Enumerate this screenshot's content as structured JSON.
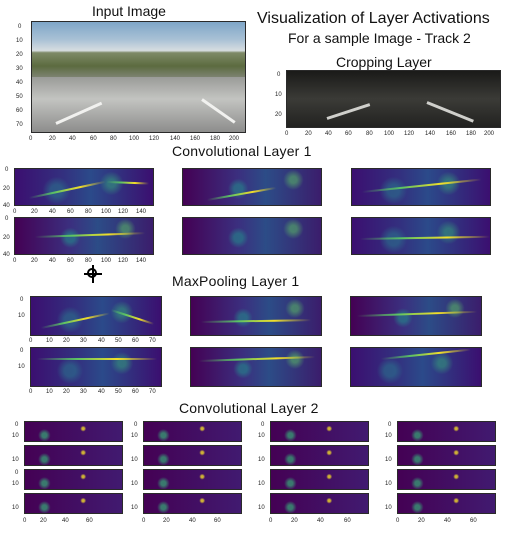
{
  "figure": {
    "title": "Visualization of Layer Activations",
    "subtitle": "For a sample Image - Track 2"
  },
  "input_image": {
    "title": "Input Image",
    "y_ticks": [
      "0",
      "10",
      "20",
      "30",
      "40",
      "50",
      "60",
      "70"
    ],
    "x_ticks": [
      "0",
      "20",
      "40",
      "60",
      "80",
      "100",
      "120",
      "140",
      "160",
      "180",
      "200"
    ]
  },
  "cropping_layer": {
    "title": "Cropping Layer",
    "y_ticks": [
      "0",
      "10",
      "20"
    ],
    "x_ticks": [
      "0",
      "20",
      "40",
      "60",
      "80",
      "100",
      "120",
      "140",
      "160",
      "180",
      "200"
    ]
  },
  "conv1": {
    "title": "Convolutional Layer 1",
    "y_ticks": [
      "0",
      "20",
      "40"
    ],
    "x_ticks": [
      "0",
      "20",
      "40",
      "60",
      "80",
      "100",
      "120",
      "140"
    ]
  },
  "maxpool1": {
    "title": "MaxPooling Layer 1",
    "y_ticks": [
      "0",
      "10"
    ],
    "x_ticks": [
      "0",
      "10",
      "20",
      "30",
      "40",
      "50",
      "60",
      "70"
    ]
  },
  "conv2": {
    "title": "Convolutional Layer 2",
    "y_ticks": [
      "0",
      "10"
    ],
    "x_ticks": [
      "0",
      "20",
      "40",
      "60"
    ]
  },
  "cursor": {
    "icon": "crosshair-cursor-icon"
  }
}
